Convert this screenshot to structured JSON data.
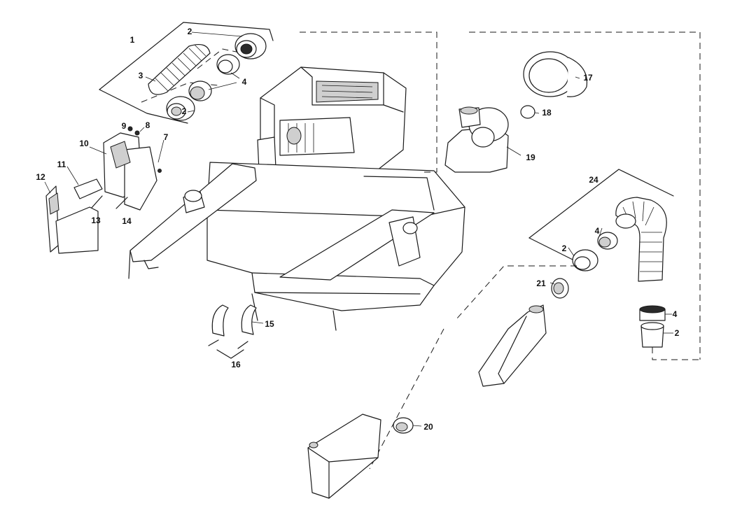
{
  "diagram": {
    "callouts": [
      "1",
      "2",
      "3",
      "4",
      "2",
      "9",
      "8",
      "7",
      "10",
      "11",
      "12",
      "13",
      "14",
      "17",
      "18",
      "19",
      "24",
      "4",
      "2",
      "21",
      "4",
      "2",
      "15",
      "16",
      "20"
    ]
  },
  "colors": {
    "line": "#1a1a1a",
    "background": "#ffffff"
  }
}
